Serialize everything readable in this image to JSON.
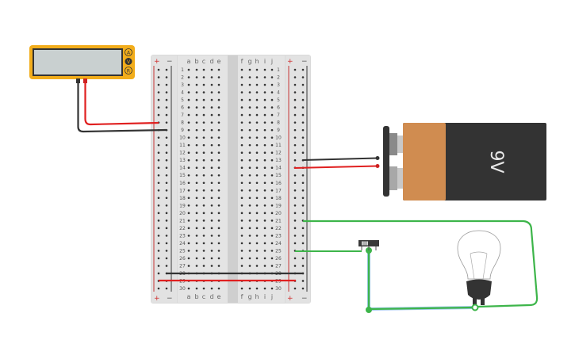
{
  "multimeter": {
    "modes": [
      "A",
      "V",
      "R"
    ],
    "selected_mode": "V",
    "display": ""
  },
  "breadboard": {
    "rail_plus": "+",
    "rail_minus": "−",
    "columns_left": [
      "a",
      "b",
      "c",
      "d",
      "e"
    ],
    "columns_right": [
      "f",
      "g",
      "h",
      "i",
      "j"
    ],
    "rows": 30
  },
  "battery": {
    "label": "9V"
  },
  "colors": {
    "multimeter": "#f2ad1b",
    "breadboard": "#d8d8d8",
    "wire_red": "#e02020",
    "wire_black": "#333333",
    "wire_green": "#3db54a",
    "battery_orange": "#d08c50",
    "battery_black": "#333333"
  }
}
